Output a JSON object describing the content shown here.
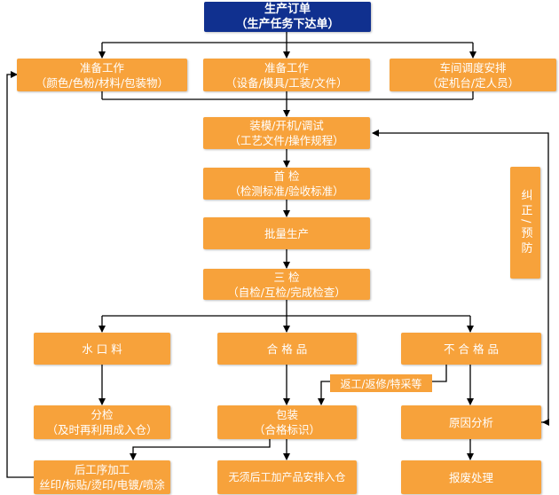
{
  "order": {
    "title": "生产订单",
    "subtitle": "（生产任务下达单）"
  },
  "prep1": {
    "title": "准备工作",
    "subtitle": "（颜色/色粉/材料/包装物）"
  },
  "prep2": {
    "title": "准备工作",
    "subtitle": "（设备/模具/工装/文件）"
  },
  "dispatch": {
    "title": "车间调度安排",
    "subtitle": "（定机台/定人员）"
  },
  "setup": {
    "title": "装模/开机/调试",
    "subtitle": "（工艺文件/操作规程）"
  },
  "first": {
    "title": "首 检",
    "subtitle": "（检测标准/验收标准）"
  },
  "mass": {
    "title": "批量生产"
  },
  "three": {
    "title": "三 检",
    "subtitle": "（自检/互检/完成检查）"
  },
  "correction": {
    "title": "纠正/预防"
  },
  "sprue": {
    "title": "水 口 料"
  },
  "qualified": {
    "title": "合 格 品"
  },
  "nonconforming": {
    "title": "不 合 格 品"
  },
  "rework": {
    "title": "返工/返修/特采等"
  },
  "sorting": {
    "title": "分检",
    "subtitle": "（及时再利用成入仓）"
  },
  "packing": {
    "title": "包装",
    "subtitle": "（合格标识）"
  },
  "cause": {
    "title": "原因分析"
  },
  "post": {
    "title": "后工序加工",
    "subtitle": "丝印/标贴/烫印/电镀/喷涂"
  },
  "store": {
    "title": "无须后工加产品安排入仓"
  },
  "scrap": {
    "title": "报废处理"
  },
  "colors": {
    "box": "#f7a23b",
    "header": "#10308f",
    "line": "#000000"
  }
}
